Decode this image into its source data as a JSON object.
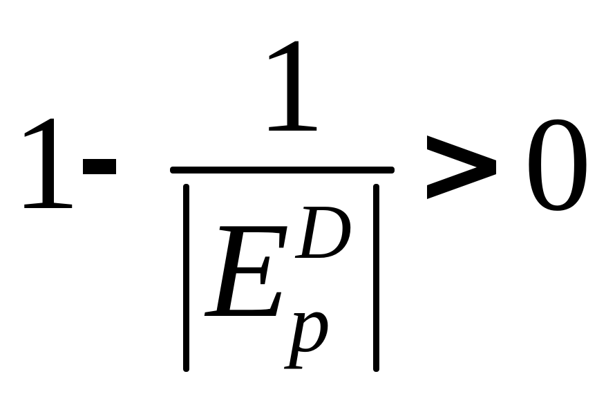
{
  "formula": {
    "lead_one": "1",
    "numerator": "1",
    "variable": "E",
    "superscript": "D",
    "subscript": "p",
    "rhs": "0"
  },
  "colors": {
    "ink": "#000000",
    "background": "#ffffff"
  }
}
